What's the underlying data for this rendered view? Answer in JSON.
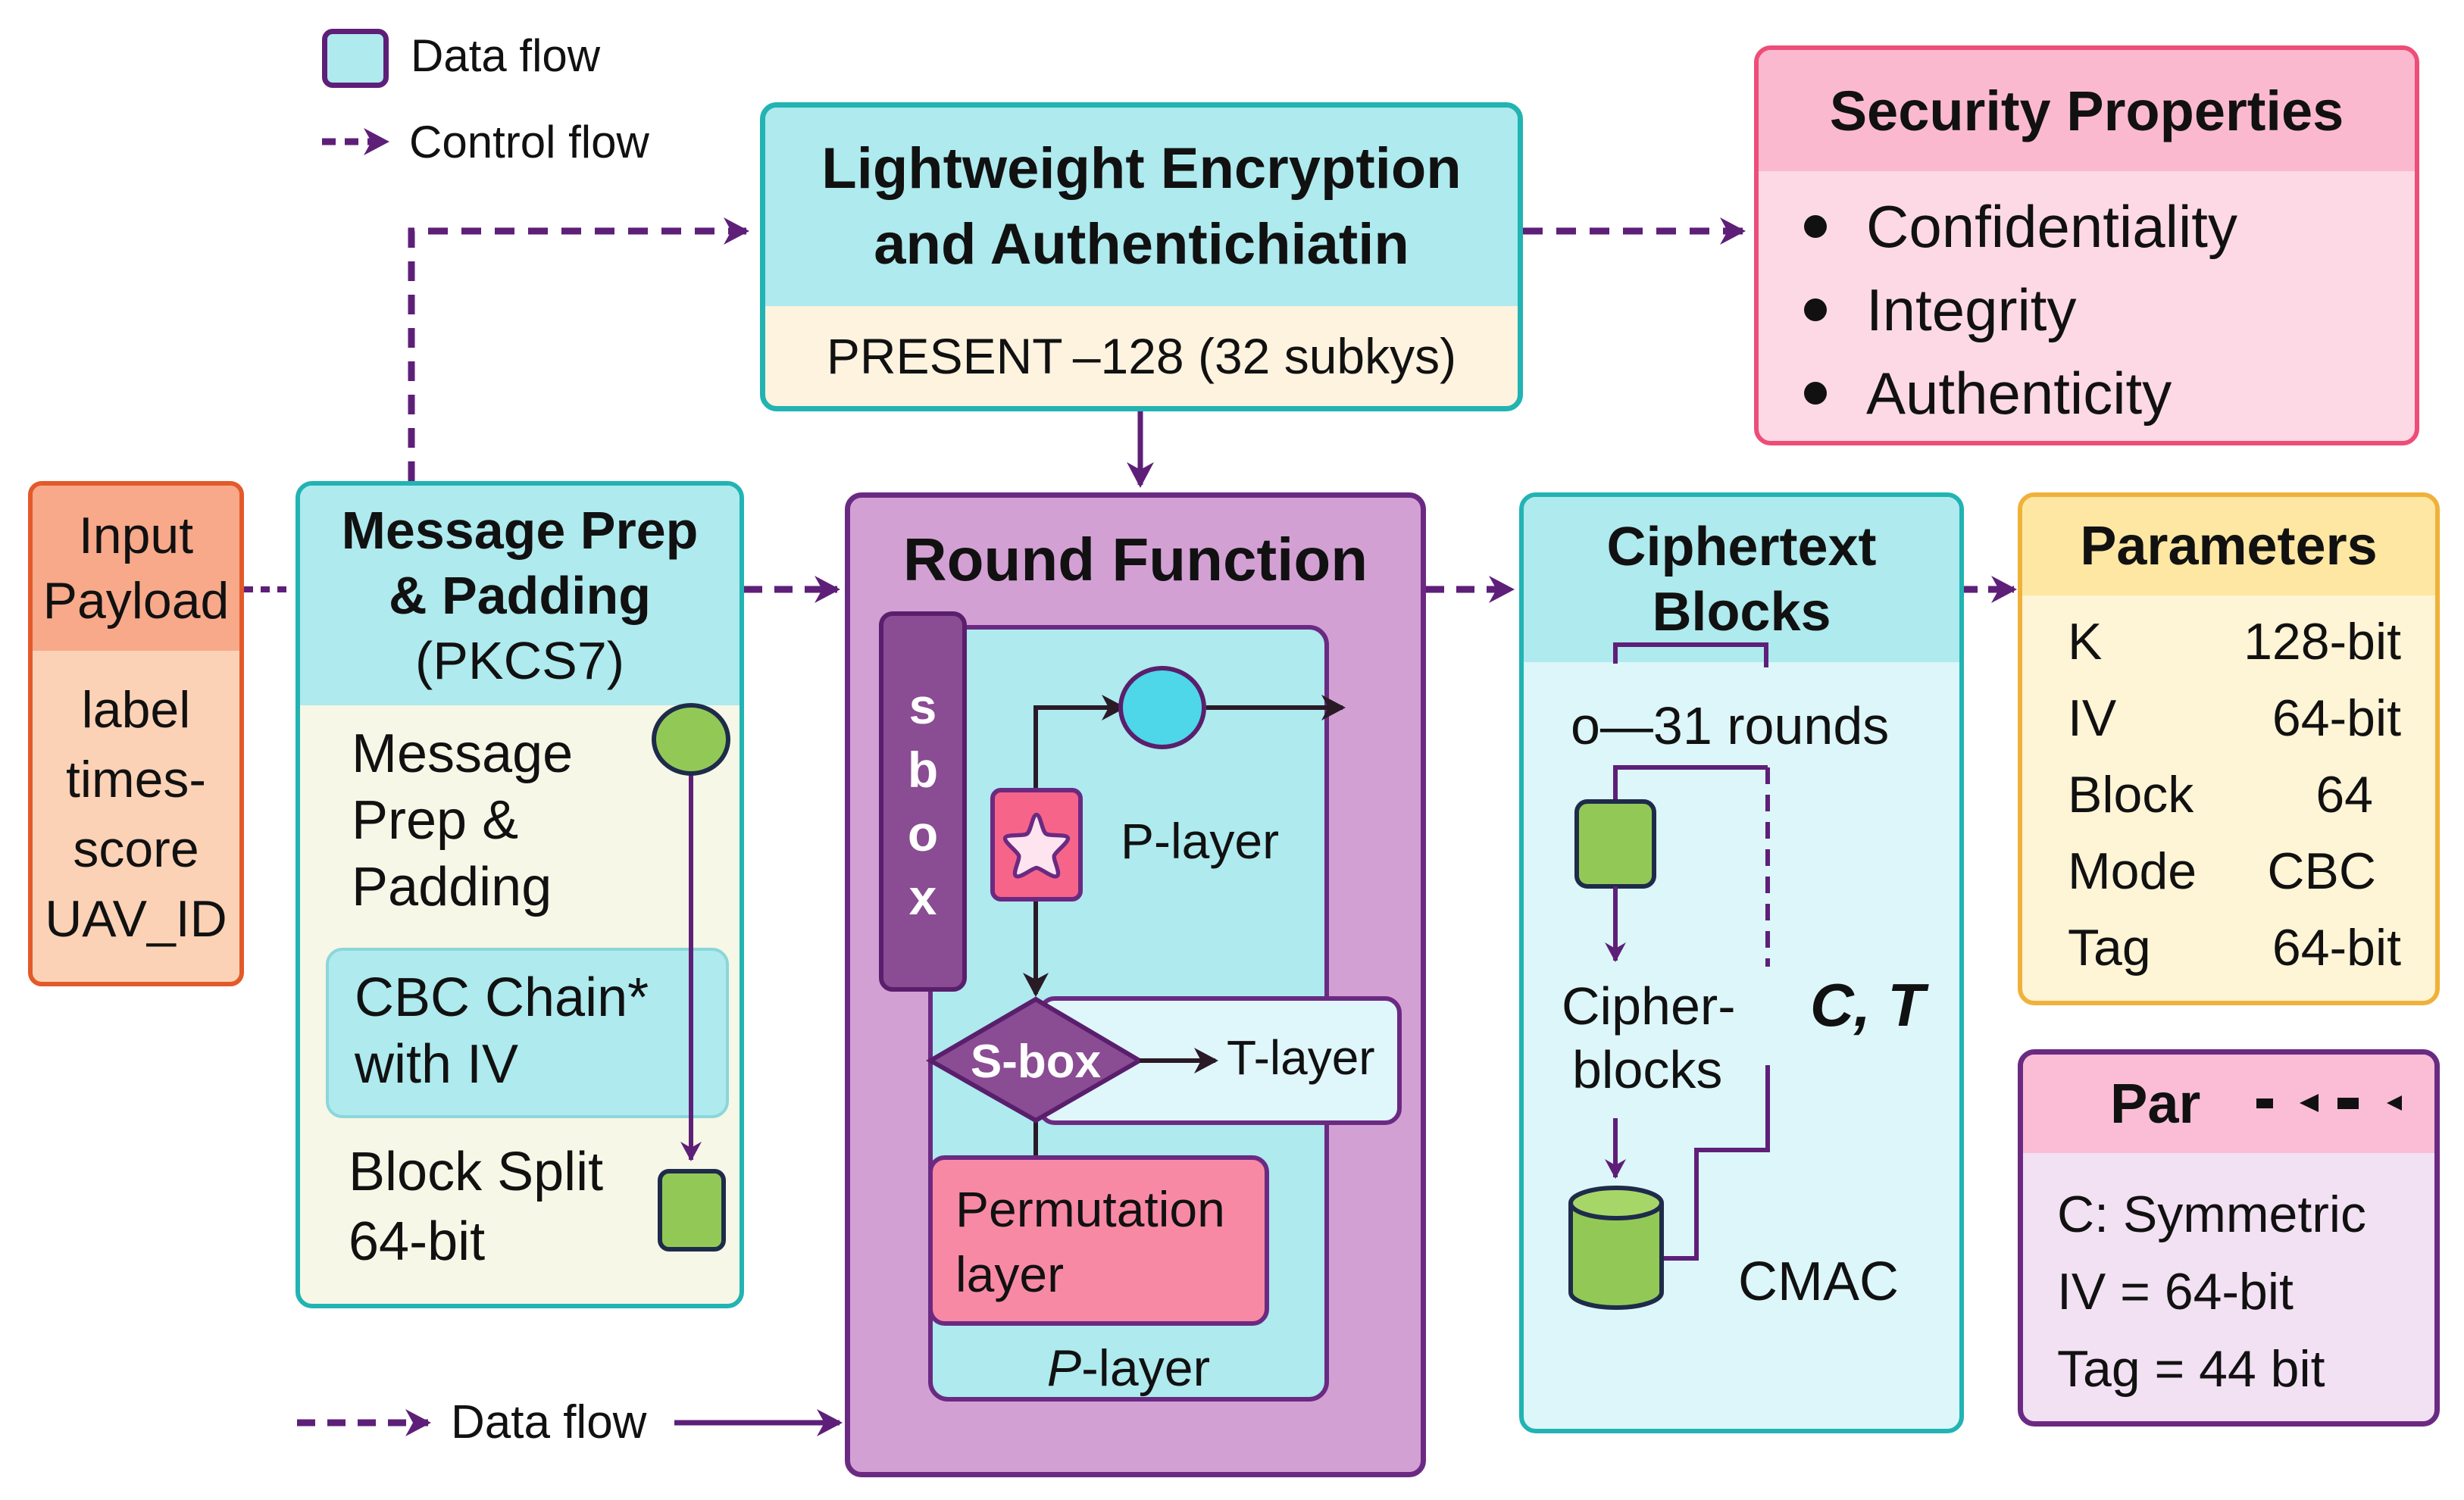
{
  "legend": {
    "data_flow_label": "Data flow",
    "control_flow_label": "Control flow"
  },
  "top_box": {
    "title_line1": "Lightweight Encryption",
    "title_line2": "and Authentichiatin",
    "subtitle": "PRESENT –128 (32 subkys)"
  },
  "security": {
    "title": "Security Properties",
    "items": [
      "Confidentiality",
      "Integrity",
      "Authenticity"
    ]
  },
  "input_payload": {
    "title_line1": "Input",
    "title_line2": "Payload",
    "fields": [
      "label",
      "times-",
      "score",
      "UAV_ID"
    ]
  },
  "message_prep": {
    "title_line1": "Message Prep",
    "title_line2": "& Padding",
    "title_line3": "(PKCS7)",
    "step1": [
      "Message",
      "Prep &",
      "Padding"
    ],
    "cbc": [
      "CBC Chain*",
      "with IV"
    ],
    "split": [
      "Block Split",
      "64-bit"
    ]
  },
  "round_function": {
    "title": "Round Function",
    "sbox_vertical": [
      "s",
      "b",
      "o",
      "x"
    ],
    "p_layer_label": "P-layer",
    "sbox_diamond": "S-box",
    "t_layer": "T-layer",
    "permutation": [
      "Permutation",
      "layer"
    ],
    "p_layer_bottom_italic": "P",
    "p_layer_bottom_rest": "-layer"
  },
  "ciphertext": {
    "title_line1": "Ciphertext",
    "title_line2": "Blocks",
    "rounds": "o—31 rounds",
    "cipher_blocks": [
      "Cipher-",
      "blocks"
    ],
    "ct_label": "C, T",
    "cmac": "CMAC"
  },
  "parameters": {
    "title": "Parameters",
    "rows": [
      {
        "key": "K",
        "value": "128-bit"
      },
      {
        "key": "IV",
        "value": "64-bit"
      },
      {
        "key": "Block",
        "value": "64"
      },
      {
        "key": "Mode",
        "value": "CBC"
      },
      {
        "key": "Tag",
        "value": "64-bit"
      }
    ]
  },
  "par": {
    "title": "Par",
    "lines": [
      "C: Symmetric",
      "IV = 64-bit",
      "Tag = 44 bit"
    ]
  },
  "bottom_flow": {
    "label": "Data flow"
  },
  "colors": {
    "arrow_purple": "#5e1f78",
    "teal_border": "#22b3b3",
    "cyan_fill": "#aeeaee",
    "cream_fill": "#fdf3df",
    "pink_border": "#ee4d78",
    "pink_header": "#fbb9cf",
    "pink_body": "#fdd9e5",
    "orange_border": "#e35a2a",
    "orange_header": "#f7a98a",
    "orange_body": "#fcd2b6",
    "purple_fill": "#d3a0d4",
    "purple_border": "#6b2a82",
    "green": "#92c956",
    "yellow_border": "#f0b13a",
    "yellow_header": "#fde7a2",
    "yellow_body": "#fef4d6",
    "lavender_body": "#f2e0f3"
  }
}
